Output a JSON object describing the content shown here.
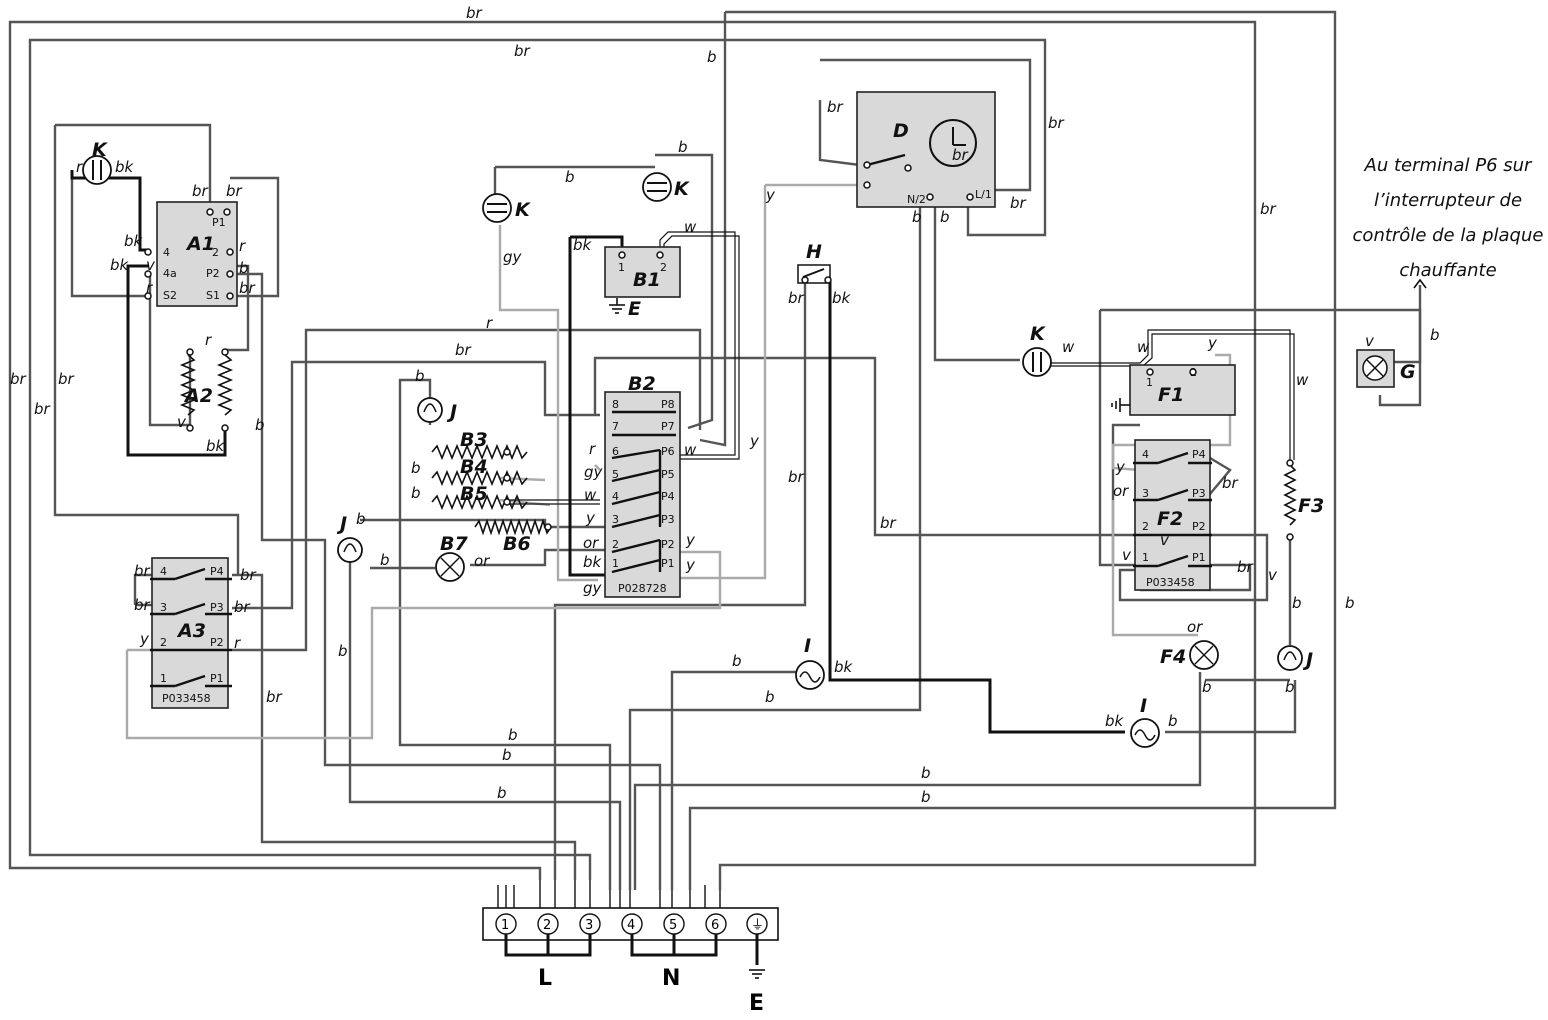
{
  "components": {
    "A1": "A1",
    "A2": "A2",
    "A3": "A3",
    "B1": "B1",
    "B2": "B2",
    "B3": "B3",
    "B4": "B4",
    "B5": "B5",
    "B6": "B6",
    "B7": "B7",
    "D": "D",
    "E": "E",
    "F1": "F1",
    "F2": "F2",
    "F3": "F3",
    "F4": "F4",
    "G": "G",
    "H": "H",
    "I": "I",
    "J": "J",
    "K": "K"
  },
  "part_numbers": {
    "a3": "P033458",
    "b2": "P028728",
    "f2": "P033458"
  },
  "terminal_block": {
    "terminals": [
      "1",
      "2",
      "3",
      "4",
      "5",
      "6",
      "⏚"
    ],
    "groups": [
      "L",
      "N",
      "E"
    ]
  },
  "note": "Au terminal P6 sur l’interrupteur de contrôle de la plaque chauffante",
  "wire_codes": {
    "br": "br",
    "b": "b",
    "bk": "bk",
    "r": "r",
    "gy": "gy",
    "w": "w",
    "y": "y",
    "v": "v",
    "or": "or"
  },
  "pins": {
    "p1": "P1",
    "p2": "P2",
    "p3": "P3",
    "p4": "P4",
    "p5": "P5",
    "p6": "P6",
    "p7": "P7",
    "p8": "P8",
    "n1": "1",
    "n2": "2",
    "n3": "3",
    "n4": "4",
    "n4a": "4a",
    "n5": "5",
    "n6": "6",
    "n7": "7",
    "n8": "8",
    "s1": "S1",
    "s2": "S2",
    "n_2": "N/2",
    "l_1": "L/1"
  },
  "colors": {
    "wire_dark": "#555555",
    "wire_black": "#111111",
    "wire_grey": "#aaaaaa",
    "component_fill": "#d9d9d9"
  }
}
